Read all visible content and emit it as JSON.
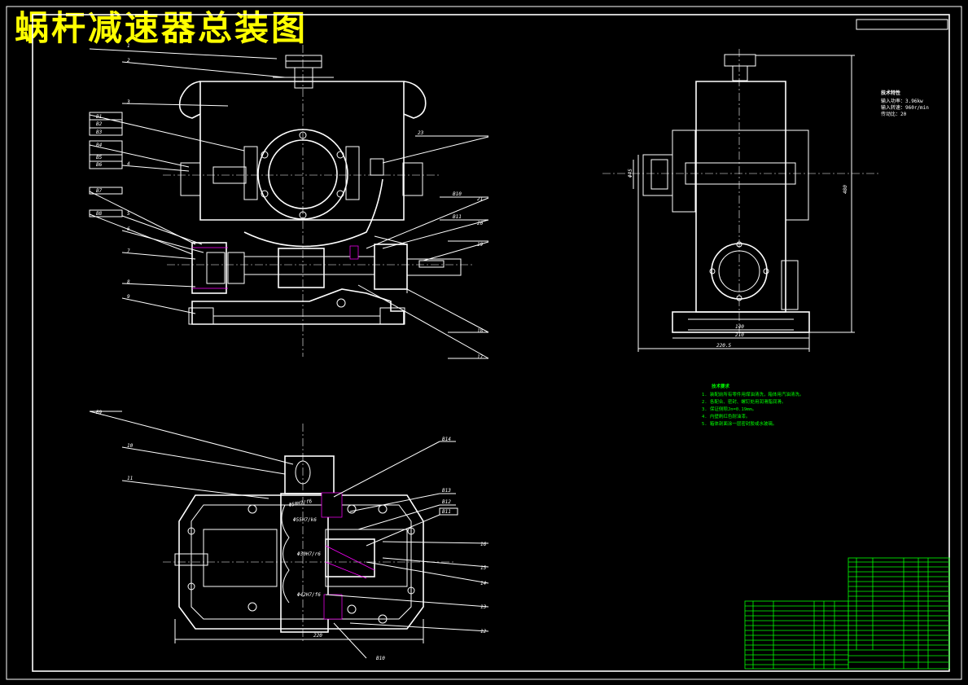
{
  "title": "蜗杆减速器总装图",
  "colors": {
    "background": "#000000",
    "lines": "#ffffff",
    "title": "#ffff00",
    "notes": "#00ff00",
    "hatch": "#ff00ff"
  },
  "front_view": {
    "left_labels": [
      "1",
      "2",
      "3",
      "B1",
      "B2",
      "B3",
      "B4",
      "B5",
      "B6",
      "4",
      "B7",
      "5",
      "B8",
      "6",
      "7",
      "8",
      "9"
    ],
    "right_labels": [
      "23",
      "B10",
      "21",
      "B11",
      "20",
      "19",
      "18",
      "17"
    ]
  },
  "plan_view": {
    "left_labels": [
      "B9",
      "10",
      "11"
    ],
    "right_labels": [
      "B14",
      "B13",
      "B12",
      "B11",
      "16",
      "15",
      "14",
      "13",
      "12"
    ],
    "bottom_labels": [
      "B10"
    ],
    "inner_texts": [
      "Φ50H7/f6",
      "Φ55H7/k6",
      "Φ30H7/r6",
      "Φ42H7/f6"
    ],
    "dimension": "220"
  },
  "side_view": {
    "dims": [
      "140",
      "210",
      "220.5",
      "480",
      "Φ45"
    ]
  },
  "characteristics": {
    "title": "技术特性",
    "lines": [
      "输入功率：3.96kw",
      "输入转速：960r/min",
      "传动比：20"
    ]
  },
  "tech_requirements": {
    "title": "技术要求",
    "items": [
      "1. 装配前所有零件用煤油清洗，箱体用汽油清洗。",
      "2. 各配合、密封、螺钉处用润滑脂润滑。",
      "3. 保证侧隙Jn=0.19mm。",
      "4. 内壁刷红色耐油漆。",
      "5. 箱体剖面涂一层密封胶或水玻璃。"
    ]
  }
}
